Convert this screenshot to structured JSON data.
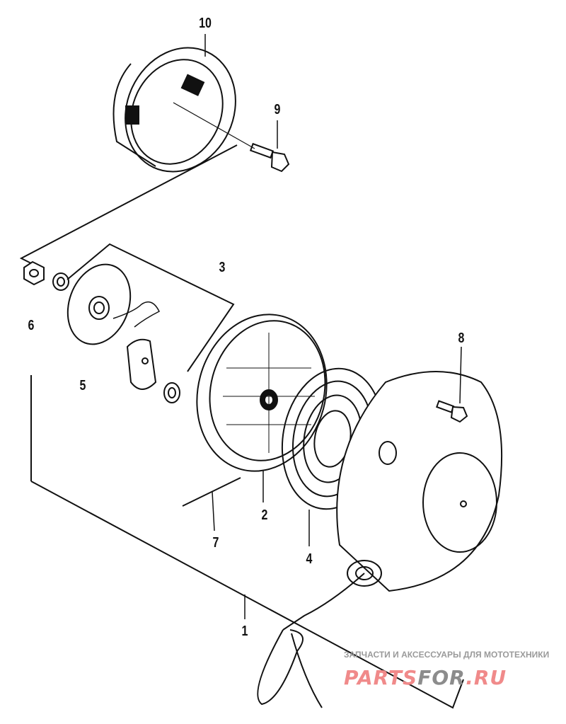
{
  "diagram": {
    "callouts": [
      {
        "id": "10",
        "label": "10"
      },
      {
        "id": "9",
        "label": "9"
      },
      {
        "id": "3",
        "label": "3"
      },
      {
        "id": "6",
        "label": "6"
      },
      {
        "id": "5",
        "label": "5"
      },
      {
        "id": "8",
        "label": "8"
      },
      {
        "id": "2",
        "label": "2"
      },
      {
        "id": "7",
        "label": "7"
      },
      {
        "id": "4",
        "label": "4"
      },
      {
        "id": "1",
        "label": "1"
      }
    ]
  },
  "watermark": {
    "tagline": "ЗАПЧАСТИ И АКСЕССУАРЫ ДЛЯ МОТОТЕХНИКИ",
    "logo_part1": "PARTS",
    "logo_part2": "FOR",
    "logo_part3": ".RU"
  }
}
